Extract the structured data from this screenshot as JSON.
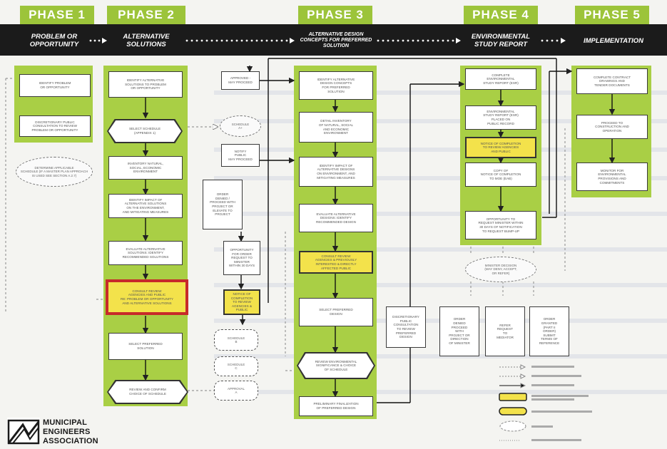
{
  "phases": [
    {
      "title": "PHASE 1",
      "subtitle": "PROBLEM OR OPPORTUNITY"
    },
    {
      "title": "PHASE 2",
      "subtitle": "ALTERNATIVE SOLUTIONS"
    },
    {
      "title": "PHASE 3",
      "subtitle": "ALTERNATIVE DESIGN CONCEPTS FOR PREFERRED SOLUTION"
    },
    {
      "title": "PHASE 4",
      "subtitle": "ENVIRONMENTAL STUDY REPORT"
    },
    {
      "title": "PHASE 5",
      "subtitle": "IMPLEMENTATION"
    }
  ],
  "logo": {
    "line1": "MUNICIPAL",
    "line2": "ENGINEERS",
    "line3": "ASSOCIATION"
  },
  "colors": {
    "phase_green": "#9cc43a",
    "band_black": "#1b1b1b",
    "highlight_yellow": "#f3e24b",
    "current_step_red": "#c72a2a"
  }
}
